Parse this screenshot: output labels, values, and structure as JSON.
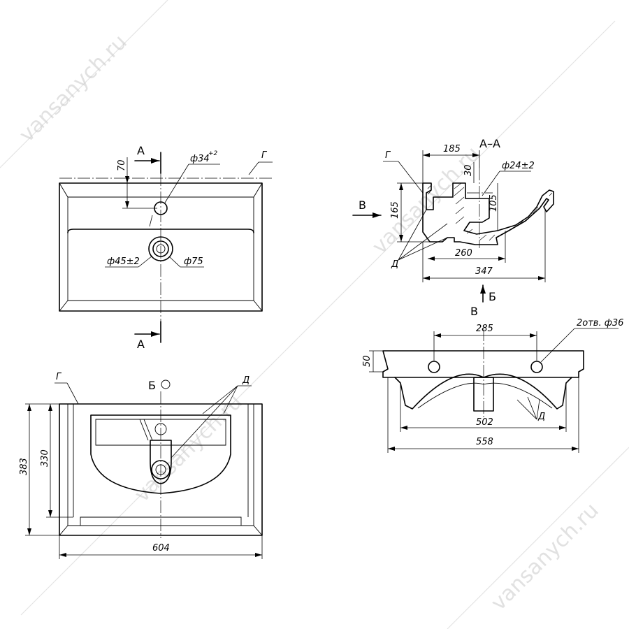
{
  "watermark": {
    "text": "vansanych.ru"
  },
  "top_view": {
    "section_mark_top": "А",
    "section_mark_bottom": "А",
    "dim_70": "70",
    "dia_34": "ф34",
    "dia_34_tol": "+2",
    "dia_45": "ф45±2",
    "dia_75": "ф75",
    "label_g": "Г"
  },
  "section_aa": {
    "title": "А–А",
    "view_b_label": "В",
    "view_b_arrow_label": "Б",
    "label_g": "Г",
    "label_d": "Д",
    "dim_185": "185",
    "dim_30": "30",
    "dia_24": "ф24±2",
    "dim_165": "165",
    "dim_105": "105",
    "dim_260": "260",
    "dim_347": "347"
  },
  "view_b": {
    "title": "Б",
    "label_g": "Г",
    "label_d": "Д",
    "dim_383": "383",
    "dim_330": "330",
    "dim_604": "604"
  },
  "view_v": {
    "title": "В",
    "dim_285": "285",
    "holes": "2отв. ф36",
    "dim_50": "50",
    "dim_502": "502",
    "dim_558": "558",
    "label_d": "Д"
  }
}
